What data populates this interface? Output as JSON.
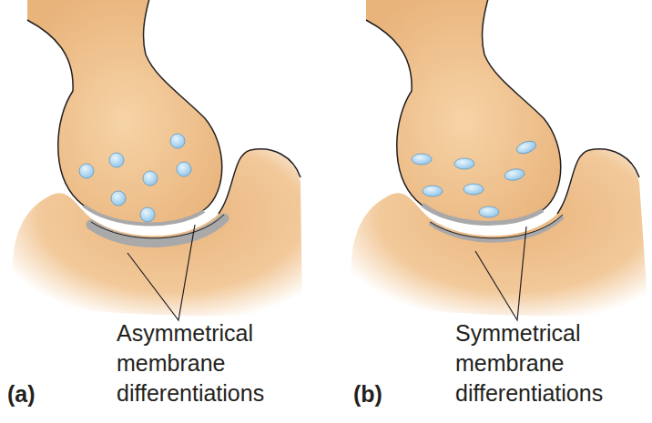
{
  "diagram": {
    "labels": [
      "Asymmetrical membrane differentiations",
      "(a)",
      "Symmetrical membrane differentiations",
      "(b)"
    ]
  }
}
